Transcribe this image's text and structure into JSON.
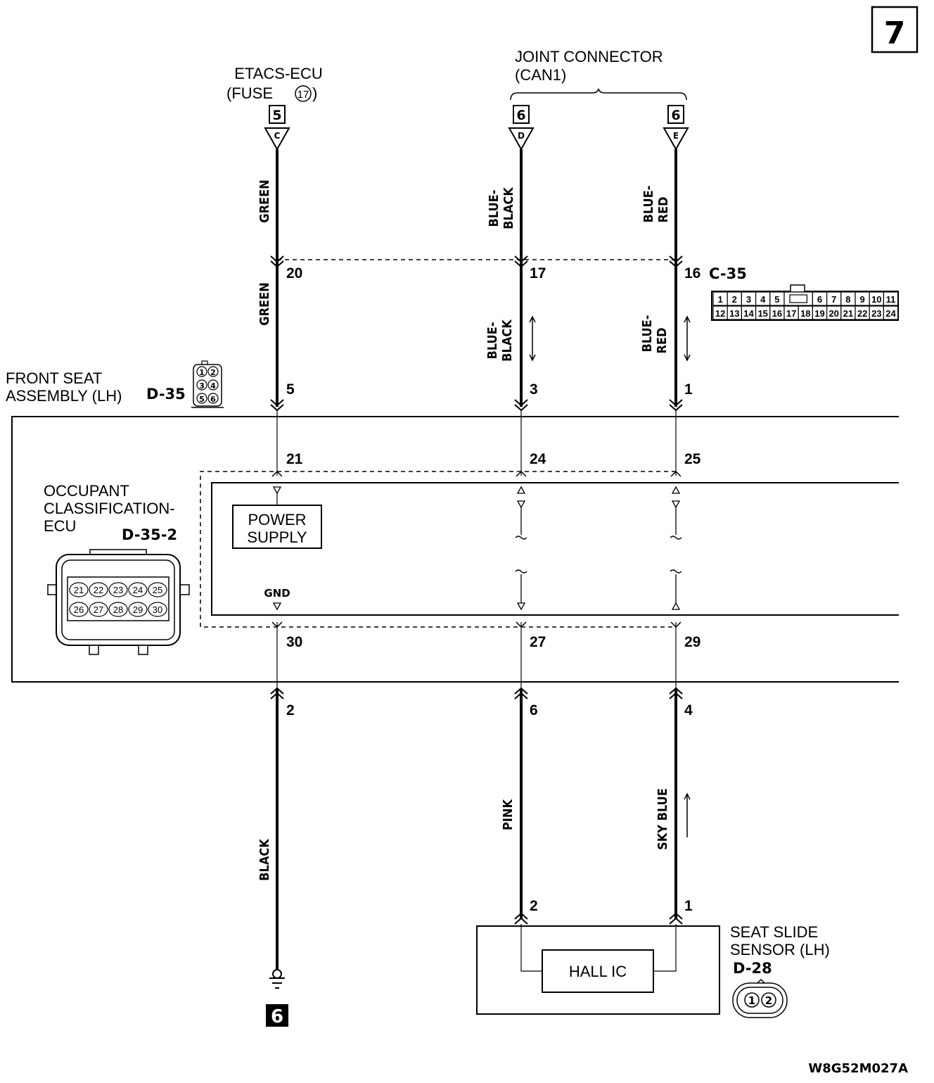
{
  "page_number": "7",
  "diagram_code": "W8G52M027A",
  "etacs": {
    "title": "ETACS-ECU",
    "fuse_prefix": "(FUSE",
    "fuse_number": "17",
    "fuse_suffix": ")",
    "connector": "5",
    "terminal": "C"
  },
  "joint_connector": {
    "title": "JOINT CONNECTOR",
    "subtitle": "(CAN1)",
    "left_connector": "6",
    "left_terminal": "D",
    "right_connector": "6",
    "right_terminal": "E"
  },
  "wires": {
    "green_upper": "GREEN",
    "green_lower": "GREEN",
    "blue_black_upper": [
      "BLUE-",
      "BLACK"
    ],
    "blue_black_lower": [
      "BLUE-",
      "BLACK"
    ],
    "blue_red_upper": [
      "BLUE-",
      "RED"
    ],
    "blue_red_lower": [
      "BLUE-",
      "RED"
    ],
    "black": "BLACK",
    "pink": "PINK",
    "sky_blue": "SKY BLUE"
  },
  "c35": {
    "label": "C-35",
    "pins_row1": [
      "1",
      "2",
      "3",
      "4",
      "5",
      "",
      "6",
      "7",
      "8",
      "9",
      "10",
      "11"
    ],
    "pins_row2": [
      "12",
      "13",
      "14",
      "15",
      "16",
      "17",
      "18",
      "19",
      "20",
      "21",
      "22",
      "23",
      "24"
    ]
  },
  "pins": {
    "c35_green": "20",
    "c35_blue_black": "17",
    "c35_blue_red": "16",
    "d35_green": "5",
    "d35_blue_black": "3",
    "d35_blue_red": "1",
    "ecu_21": "21",
    "ecu_24": "24",
    "ecu_25": "25",
    "ecu_30": "30",
    "ecu_27": "27",
    "ecu_29": "29",
    "d35_black": "2",
    "d35_pink": "6",
    "d35_sky": "4",
    "d28_pink": "2",
    "d28_sky": "1"
  },
  "front_seat": {
    "line1": "FRONT SEAT",
    "line2": "ASSEMBLY (LH)",
    "connector": "D-35",
    "pins": [
      "1",
      "2",
      "3",
      "4",
      "5",
      "6"
    ]
  },
  "ocs_ecu": {
    "line1": "OCCUPANT",
    "line2": "CLASSIFICATION-",
    "line3": "ECU",
    "connector": "D-35-2",
    "pins_row1": [
      "21",
      "22",
      "23",
      "24",
      "25"
    ],
    "pins_row2": [
      "26",
      "27",
      "28",
      "29",
      "30"
    ]
  },
  "power_supply": {
    "line1": "POWER",
    "line2": "SUPPLY"
  },
  "gnd_label": "GND",
  "ground_number": "6",
  "seat_slide": {
    "line1": "SEAT SLIDE",
    "line2": "SENSOR (LH)",
    "connector": "D-28",
    "pins": [
      "1",
      "2"
    ],
    "hall_ic": "HALL IC"
  }
}
